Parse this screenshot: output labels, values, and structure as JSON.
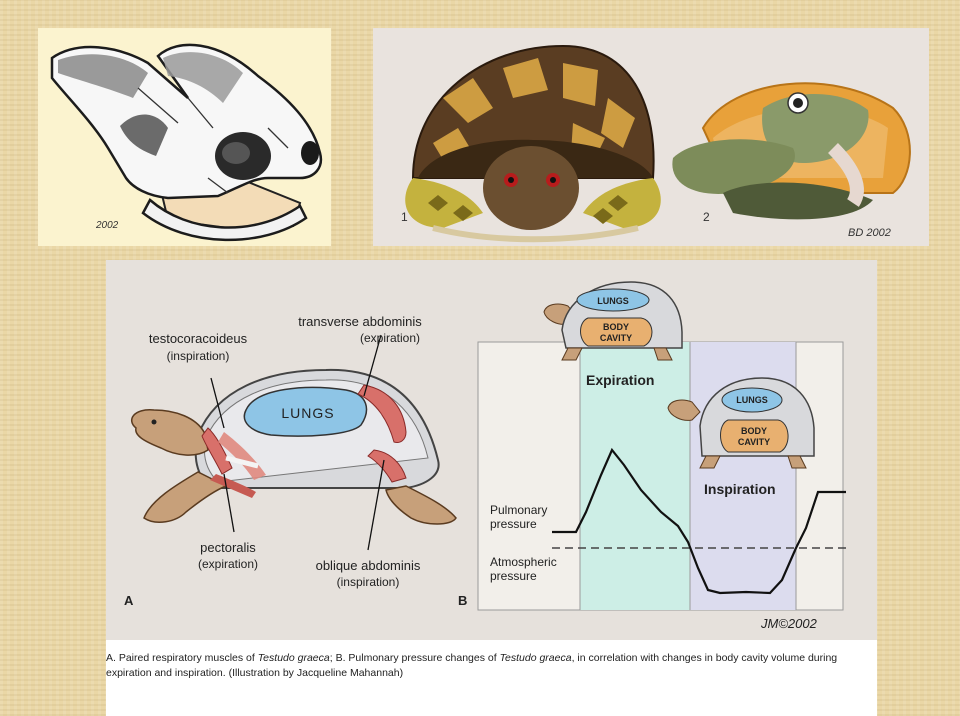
{
  "top_left": {
    "signature": "2002"
  },
  "top_right": {
    "label_1": "1",
    "label_2": "2",
    "signature": "BD 2002"
  },
  "panel_a": {
    "panel_label": "A",
    "lungs_label": "LUNGS",
    "muscles": [
      {
        "name": "testocoracoideus",
        "role": "(inspiration)"
      },
      {
        "name": "transverse abdominis",
        "role": "(expiration)"
      },
      {
        "name": "pectoralis",
        "role": "(expiration)"
      },
      {
        "name": "oblique abdominis",
        "role": "(inspiration)"
      }
    ]
  },
  "panel_b": {
    "panel_label": "B",
    "phase_expiration": "Expiration",
    "phase_inspiration": "Inspiration",
    "trace_label_1": "Pulmonary",
    "trace_label_2": "pressure",
    "baseline_label_1": "Atmospheric",
    "baseline_label_2": "pressure",
    "icon_expiration": {
      "lungs": "LUNGS",
      "body_1": "BODY",
      "body_2": "CAVITY"
    },
    "icon_inspiration": {
      "lungs": "LUNGS",
      "body_1": "BODY",
      "body_2": "CAVITY"
    },
    "signature": "JM©2002",
    "colors": {
      "expiration": "#cdeee6",
      "inspiration": "#dcdcee",
      "trace": "#111111"
    }
  },
  "caption": {
    "part1": "A. Paired respiratory muscles of ",
    "species1": "Testudo graeca",
    "part2": "; B. Pulmonary pressure changes of ",
    "species2": "Testudo graeca",
    "part3": ", in correlation with changes in body cavity volume during expiration and inspiration. (Illustration by Jacqueline Mahannah)"
  }
}
